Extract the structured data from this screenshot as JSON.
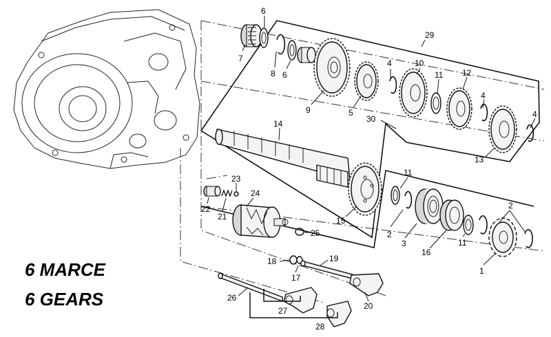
{
  "caption": {
    "line1": "6 MARCE",
    "line2": "6 GEARS"
  },
  "callouts": [
    {
      "id": "c6a",
      "text": "6"
    },
    {
      "id": "c7",
      "text": "7"
    },
    {
      "id": "c8",
      "text": "8"
    },
    {
      "id": "c6b",
      "text": "6"
    },
    {
      "id": "c29",
      "text": "29"
    },
    {
      "id": "c9",
      "text": "9"
    },
    {
      "id": "c5",
      "text": "5"
    },
    {
      "id": "c4a",
      "text": "4"
    },
    {
      "id": "c10",
      "text": "10"
    },
    {
      "id": "c11a",
      "text": "11"
    },
    {
      "id": "c12",
      "text": "12"
    },
    {
      "id": "c4b",
      "text": "4"
    },
    {
      "id": "c4c",
      "text": "4"
    },
    {
      "id": "c30",
      "text": "30"
    },
    {
      "id": "c13",
      "text": "13"
    },
    {
      "id": "c14",
      "text": "14"
    },
    {
      "id": "c11b",
      "text": "11"
    },
    {
      "id": "c15",
      "text": "15"
    },
    {
      "id": "c23",
      "text": "23"
    },
    {
      "id": "c24",
      "text": "24"
    },
    {
      "id": "c22",
      "text": "22"
    },
    {
      "id": "c21",
      "text": "21"
    },
    {
      "id": "c25",
      "text": "25"
    },
    {
      "id": "c2a",
      "text": "2"
    },
    {
      "id": "c3",
      "text": "3"
    },
    {
      "id": "c16",
      "text": "16"
    },
    {
      "id": "c11c",
      "text": "11"
    },
    {
      "id": "c2b",
      "text": "2"
    },
    {
      "id": "c1",
      "text": "1"
    },
    {
      "id": "c18",
      "text": "18"
    },
    {
      "id": "c17",
      "text": "17"
    },
    {
      "id": "c19",
      "text": "19"
    },
    {
      "id": "c26",
      "text": "26"
    },
    {
      "id": "c20",
      "text": "20"
    },
    {
      "id": "c27",
      "text": "27"
    },
    {
      "id": "c28",
      "text": "28"
    }
  ]
}
